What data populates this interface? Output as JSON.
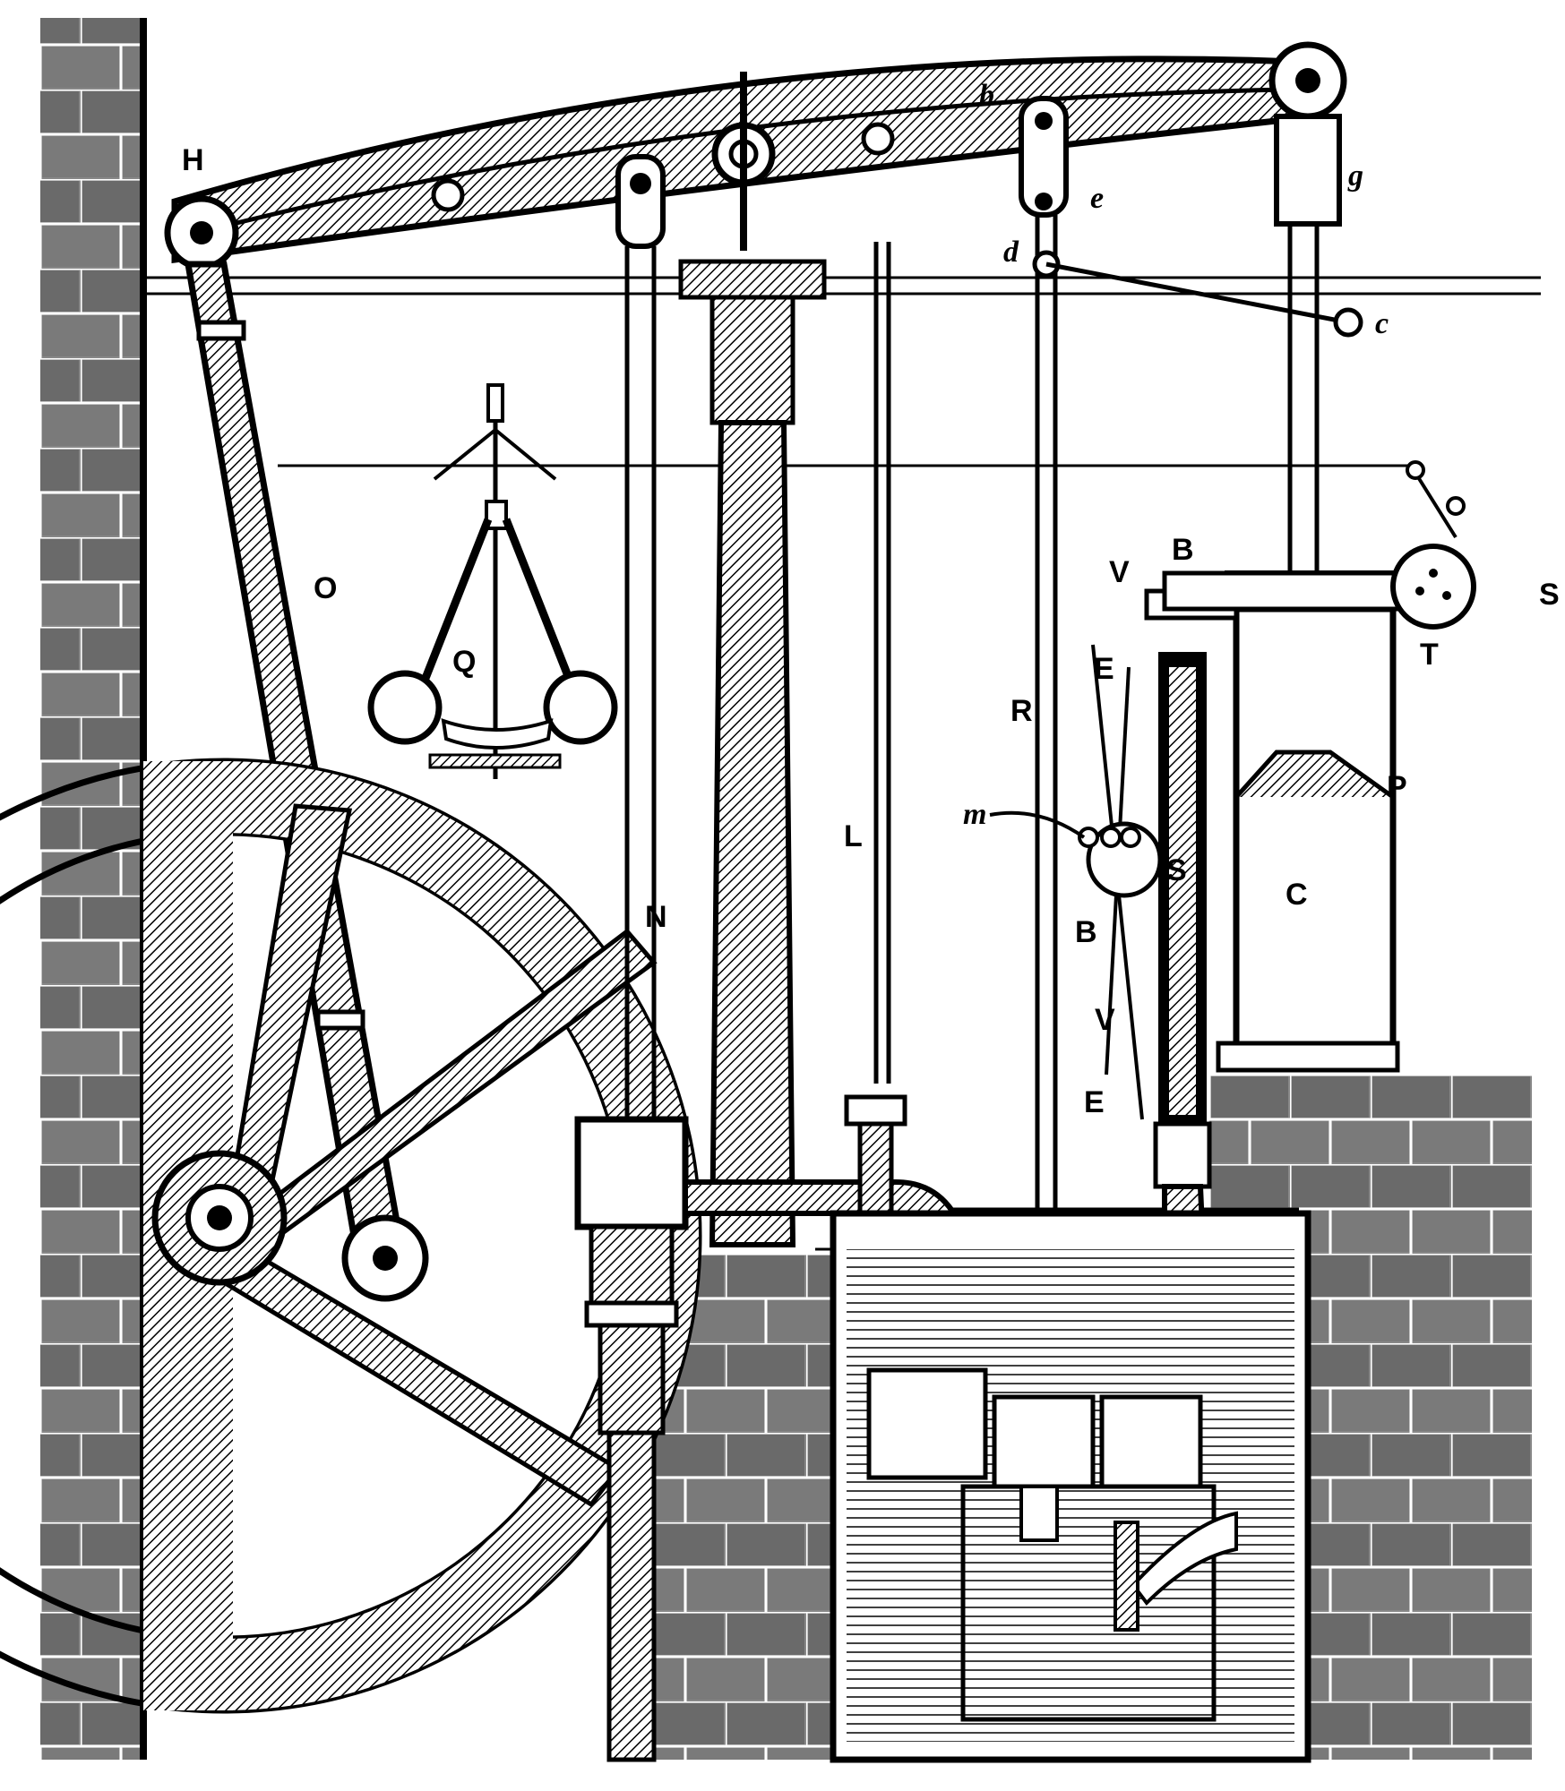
{
  "diagram": {
    "labels": {
      "H": "H",
      "b": "b",
      "g": "g",
      "e": "e",
      "d": "d",
      "c": "c",
      "O": "O",
      "Q": "Q",
      "V_top": "V",
      "B_top": "B",
      "S_right": "S",
      "T": "T",
      "E_top": "E",
      "R": "R",
      "P": "P",
      "m": "m",
      "s": "S",
      "L": "L",
      "C": "C",
      "B_mid": "B",
      "N": "N",
      "V_mid": "V",
      "E_low": "E"
    }
  }
}
